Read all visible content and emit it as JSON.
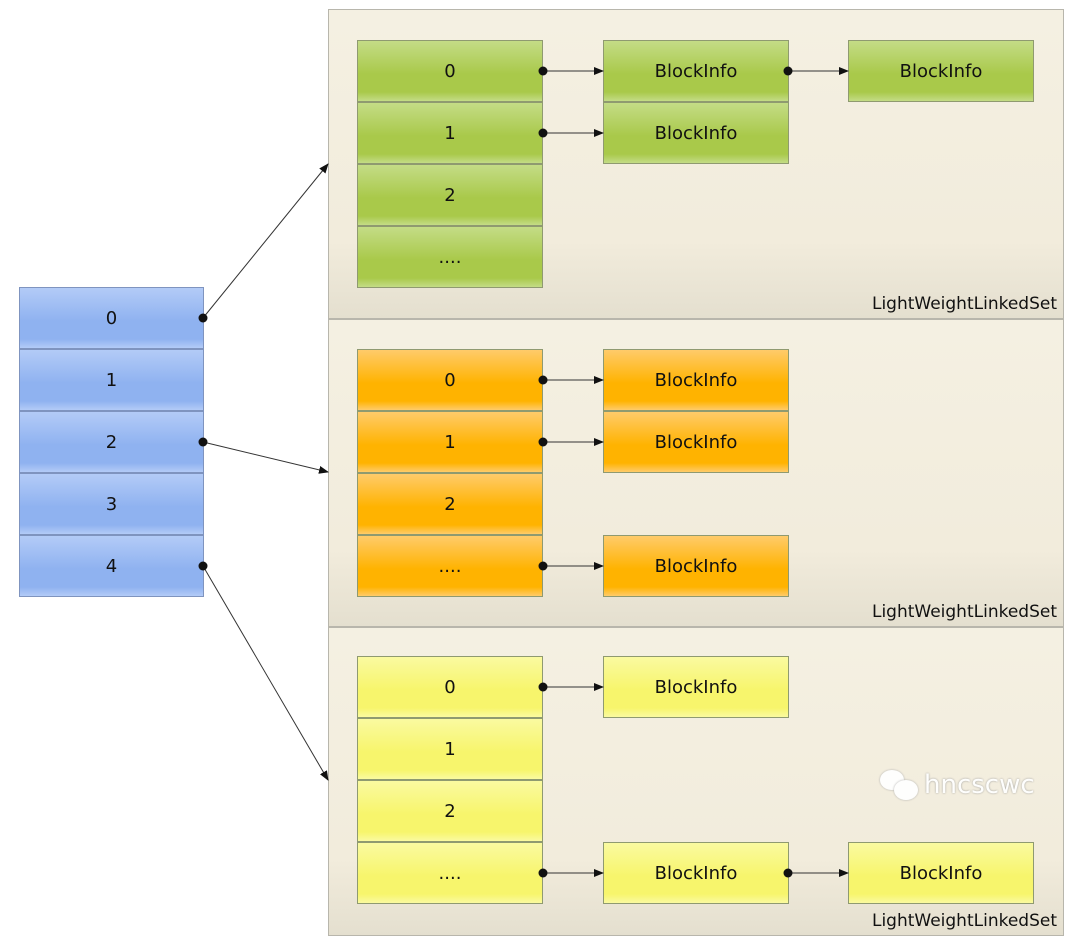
{
  "index_array": {
    "color": "#8fb2f0",
    "rows": [
      "0",
      "1",
      "2",
      "3",
      "4"
    ]
  },
  "panels": [
    {
      "label": "LightWeightLinkedSet",
      "color": "#a9c94a",
      "color_top": "#c4dc86",
      "rows": [
        "0",
        "1",
        "2",
        "...."
      ],
      "blocks": [
        {
          "row": 0,
          "col": 0,
          "text": "BlockInfo"
        },
        {
          "row": 1,
          "col": 0,
          "text": "BlockInfo"
        },
        {
          "row": 0,
          "col": 1,
          "text": "BlockInfo"
        }
      ]
    },
    {
      "label": "LightWeightLinkedSet",
      "color": "#ffb300",
      "color_top": "#ffcb6a",
      "rows": [
        "0",
        "1",
        "2",
        "...."
      ],
      "blocks": [
        {
          "row": 0,
          "col": 0,
          "text": "BlockInfo"
        },
        {
          "row": 1,
          "col": 0,
          "text": "BlockInfo"
        },
        {
          "row": 3,
          "col": 0,
          "text": "BlockInfo"
        }
      ]
    },
    {
      "label": "LightWeightLinkedSet",
      "color": "#f7f56c",
      "color_top": "#fafaa0",
      "rows": [
        "0",
        "1",
        "2",
        "...."
      ],
      "blocks": [
        {
          "row": 0,
          "col": 0,
          "text": "BlockInfo"
        },
        {
          "row": 3,
          "col": 0,
          "text": "BlockInfo"
        },
        {
          "row": 3,
          "col": 1,
          "text": "BlockInfo"
        }
      ]
    }
  ],
  "links": [
    {
      "from_index": 0,
      "to_panel": 0
    },
    {
      "from_index": 2,
      "to_panel": 1
    },
    {
      "from_index": 4,
      "to_panel": 2
    }
  ],
  "watermark": "hncscwc"
}
